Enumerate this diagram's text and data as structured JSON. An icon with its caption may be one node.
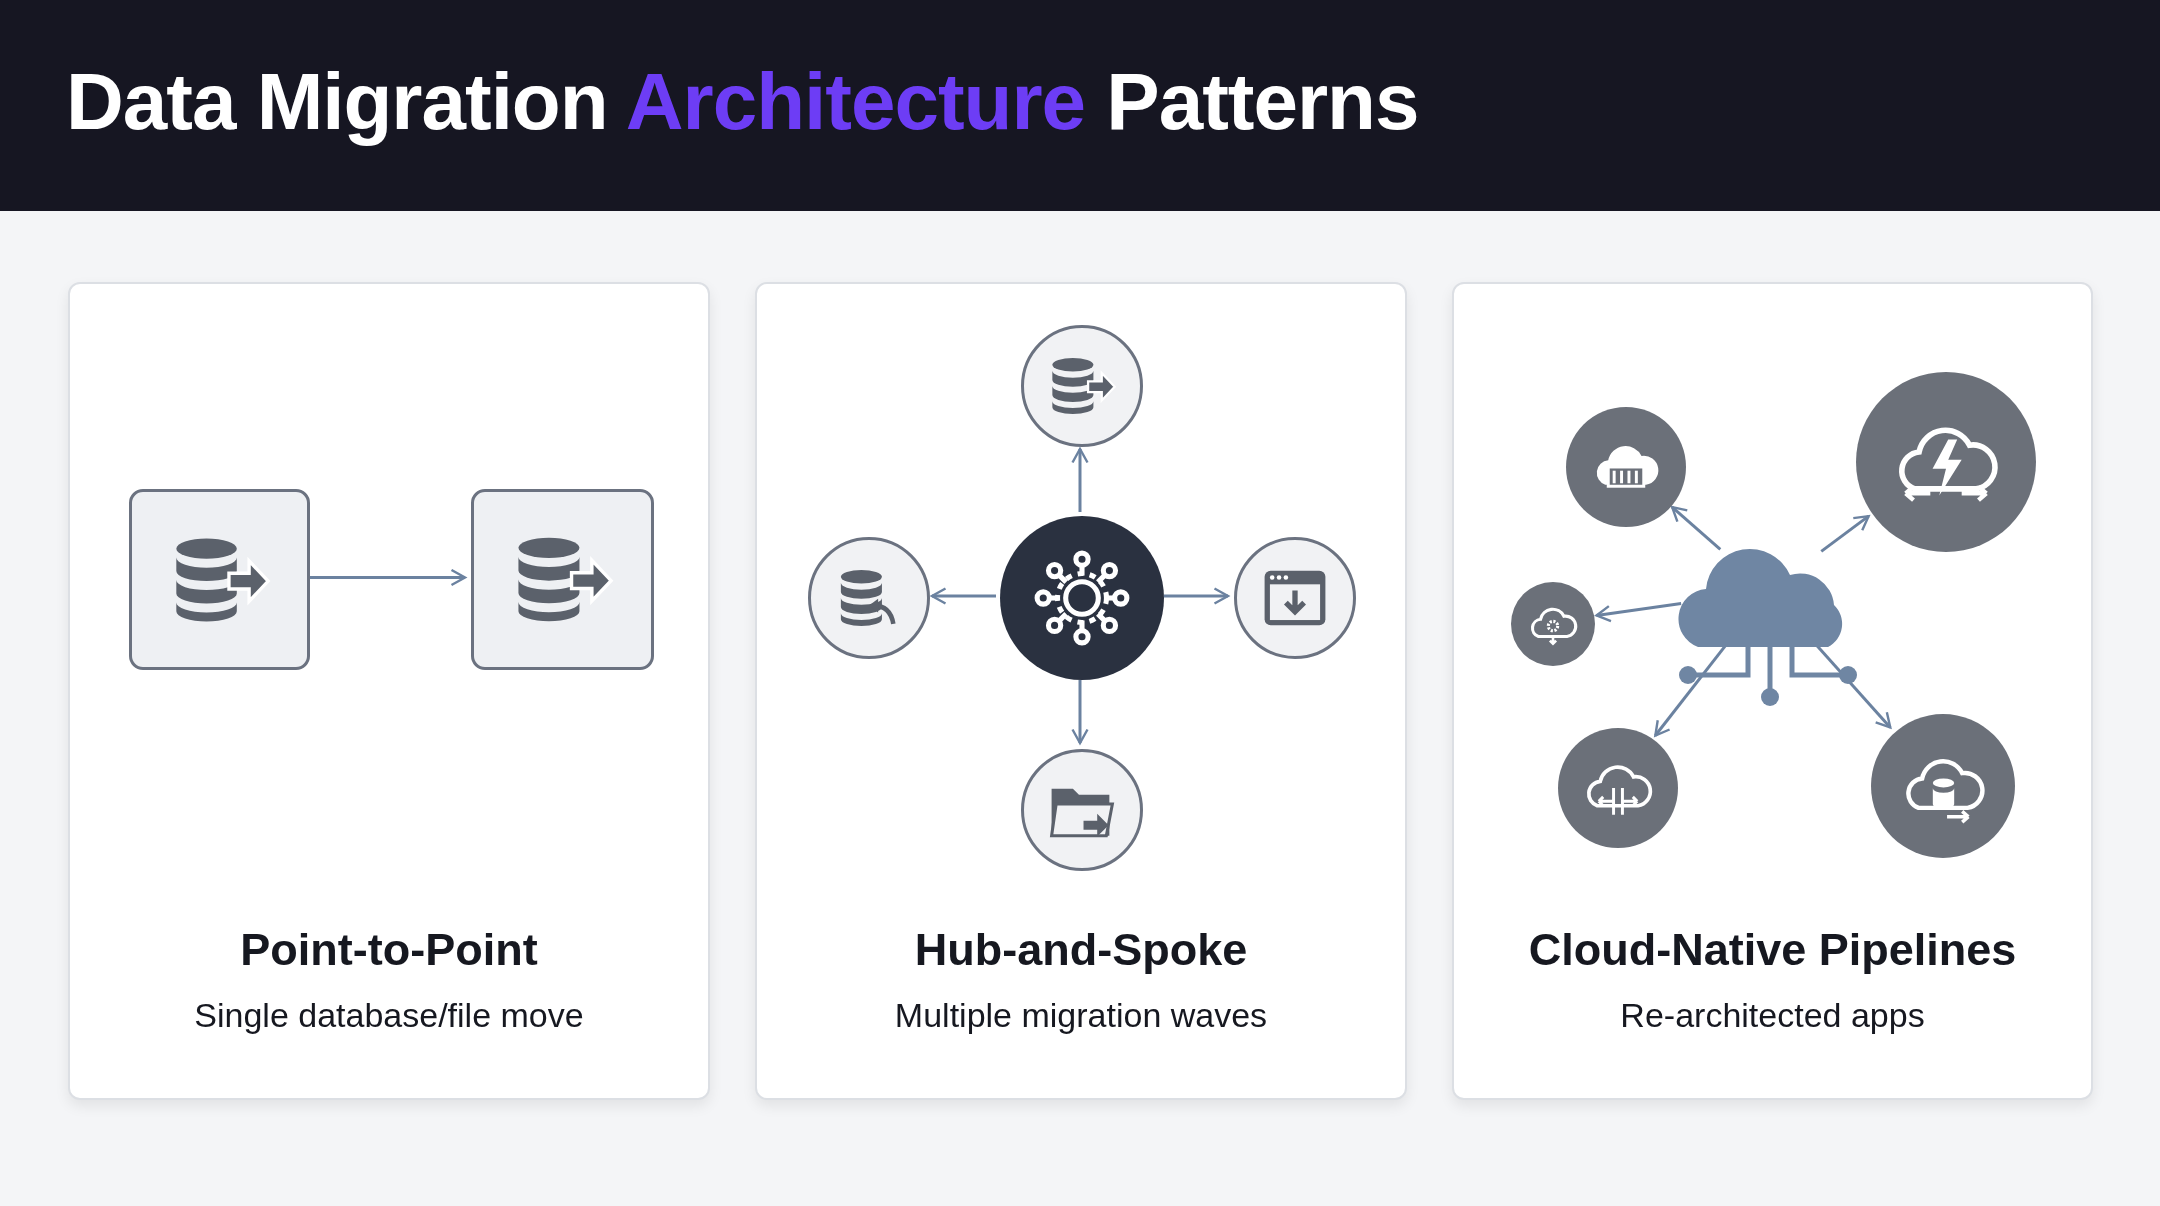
{
  "diagram": {
    "title": "Data Migration Architecture Patterns",
    "nodes": [
      {
        "text": [
          "Point-to-Point",
          "Single database/file move"
        ]
      },
      {
        "text": [],
        "shape": "box",
        "in": 0
      },
      {
        "text": [],
        "shape": "box",
        "in": 0
      },
      {
        "text": [
          "Hub-and-Spoke",
          "Multiple migration waves"
        ]
      },
      {
        "text": [],
        "shape": "circle",
        "in": 3
      },
      {
        "text": [],
        "shape": "circle",
        "in": 3
      },
      {
        "text": [],
        "shape": "circle",
        "in": 3
      },
      {
        "text": [],
        "shape": "circle",
        "in": 3
      },
      {
        "text": [],
        "shape": "circle",
        "in": 3
      },
      {
        "text": [
          "Cloud-Native Pipelines",
          "Re-architected apps"
        ]
      },
      {
        "text": [],
        "shape": "circle",
        "in": 9
      },
      {
        "text": [],
        "shape": "circle",
        "in": 9
      },
      {
        "text": [],
        "shape": "circle",
        "in": 9
      },
      {
        "text": [],
        "shape": "cloud",
        "in": 9
      },
      {
        "text": [],
        "shape": "circle",
        "in": 9
      },
      {
        "text": [],
        "shape": "circle",
        "in": 9
      }
    ],
    "edges": [
      {
        "from": 1,
        "to": 2,
        "arrow": "to"
      },
      {
        "from": 6,
        "to": 4,
        "arrow": "to"
      },
      {
        "from": 6,
        "to": 5,
        "arrow": "to"
      },
      {
        "from": 6,
        "to": 7,
        "arrow": "to"
      },
      {
        "from": 6,
        "to": 8,
        "arrow": "to"
      },
      {
        "from": 13,
        "to": 10,
        "arrow": "to"
      },
      {
        "from": 13,
        "to": 11,
        "arrow": "to"
      },
      {
        "from": 13,
        "to": 12,
        "arrow": "to"
      },
      {
        "from": 13,
        "to": 14,
        "arrow": "to"
      },
      {
        "from": 13,
        "to": 15,
        "arrow": "to"
      }
    ]
  }
}
